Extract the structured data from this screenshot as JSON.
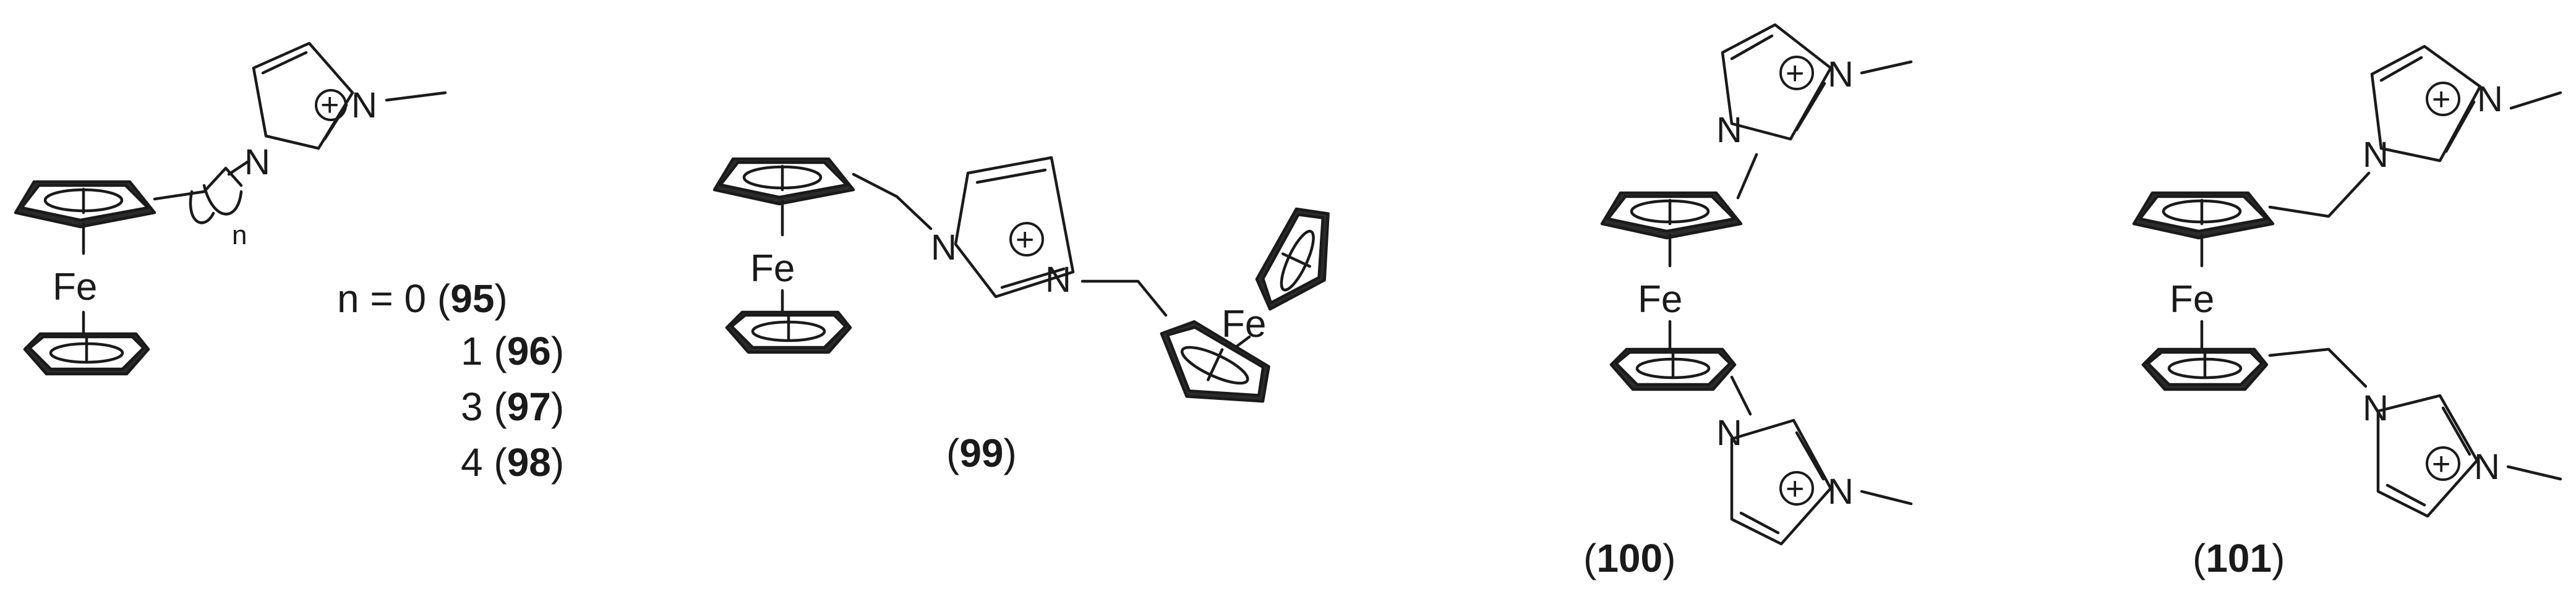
{
  "atoms": {
    "iron": "Fe",
    "nitrogen": "N",
    "charge": "+"
  },
  "structures": [
    {
      "id": "95-98",
      "chain_subscript": "n",
      "series": [
        {
          "n_label": "n = 0",
          "compound": "95"
        },
        {
          "n_label": "1",
          "compound": "96"
        },
        {
          "n_label": "3",
          "compound": "97"
        },
        {
          "n_label": "4",
          "compound": "98"
        }
      ]
    },
    {
      "id": "99",
      "compound": "99"
    },
    {
      "id": "100",
      "compound": "100"
    },
    {
      "id": "101",
      "compound": "101"
    }
  ],
  "punctuation": {
    "open": "(",
    "close": ")"
  }
}
